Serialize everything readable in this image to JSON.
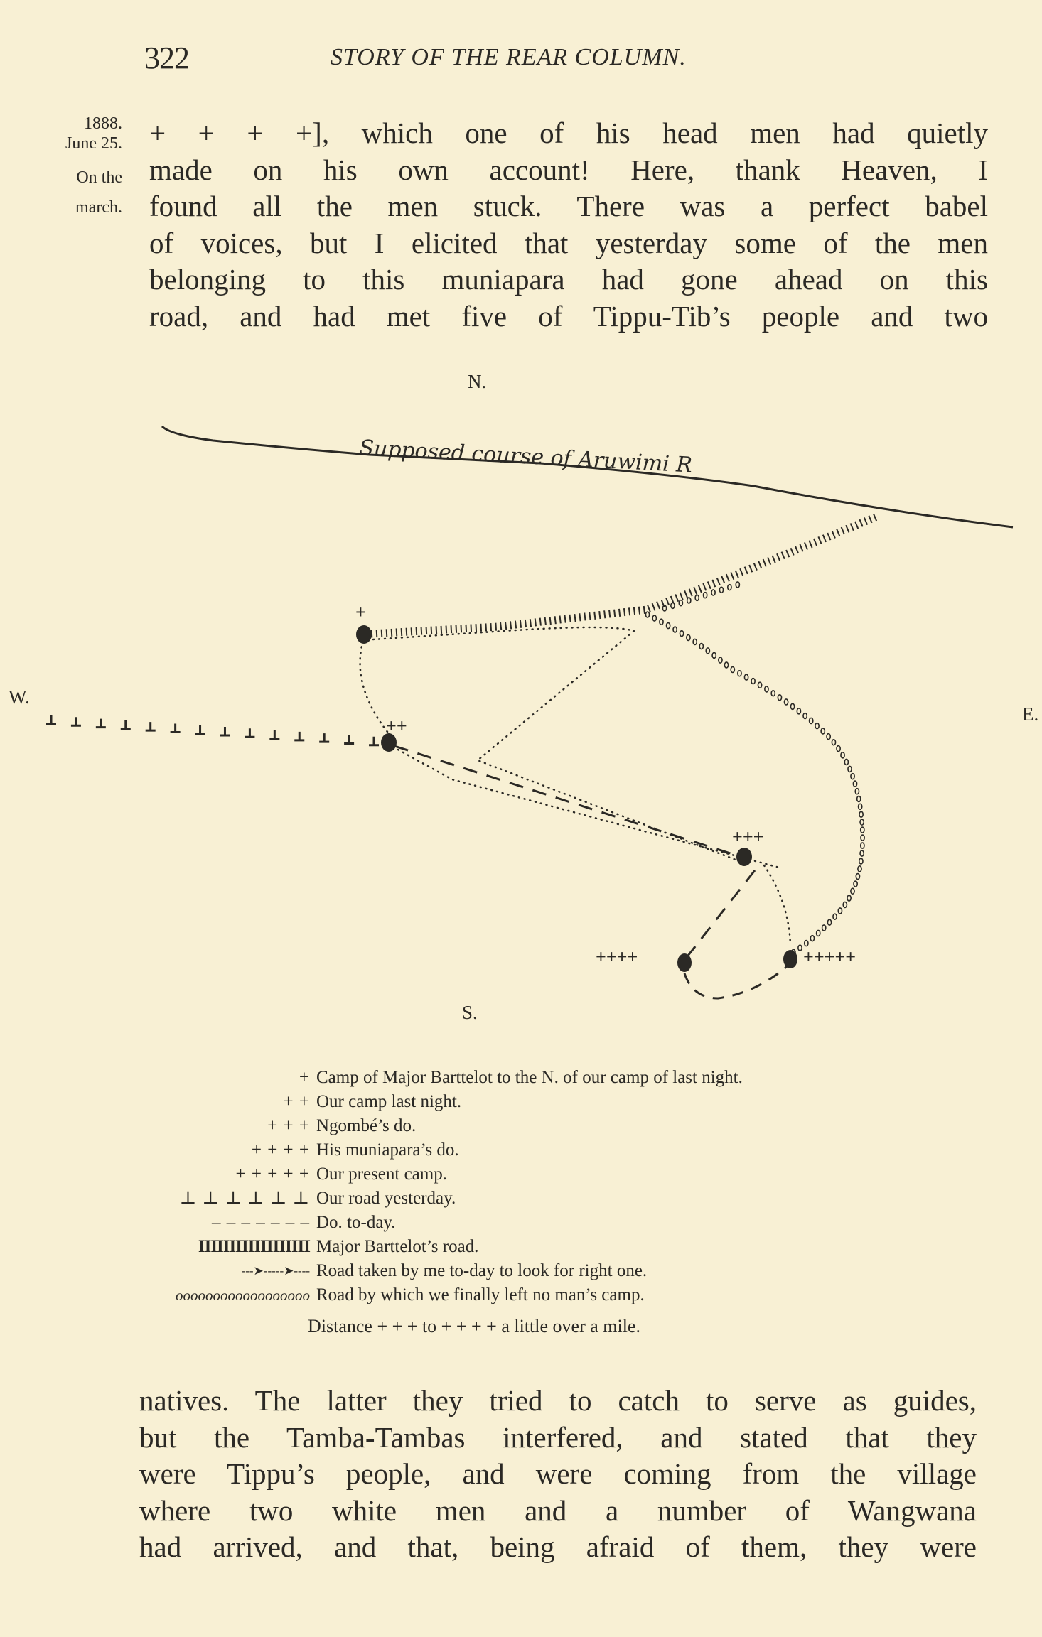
{
  "header": {
    "page_number": "322",
    "running_title": "STORY OF THE REAR COLUMN."
  },
  "margin_note": {
    "year": "1888.",
    "date": "June 25.",
    "place_line1": "On the",
    "place_line2": "march."
  },
  "top_paragraph": [
    "+ + + +], which one of his head men had quietly",
    "made on his own account! Here, thank Heaven, I",
    "found all the men stuck. There was a perfect babel",
    "of voices, but I elicited that yesterday some of the men",
    "belonging to this muniapara had gone ahead on this",
    "road, and had met five of Tippu-Tib’s people and two"
  ],
  "map": {
    "compass": {
      "north": "N.",
      "south": "S.",
      "west": "W.",
      "east": "E."
    },
    "river_label": "Supposed course of Aruwimi R",
    "camp_labels": {
      "barttelot": "+",
      "last_night": "++",
      "ngombe": "+++",
      "muniapara": "++++",
      "present": "+++++"
    }
  },
  "legend": [
    {
      "symbol": "+",
      "text": "Camp of Major Barttelot to the N. of our camp of last night."
    },
    {
      "symbol": "+ +",
      "text": "Our camp last night."
    },
    {
      "symbol": "+ + +",
      "text": "Ngombé’s do."
    },
    {
      "symbol": "+ + + +",
      "text": "His muniapara’s do."
    },
    {
      "symbol": "+ + + + +",
      "text": "Our present camp."
    },
    {
      "symbol": "⊥ ⊥ ⊥ ⊥ ⊥ ⊥",
      "text": "Our road yesterday."
    },
    {
      "symbol": "– – – – – – –",
      "text": "Do. to-day."
    },
    {
      "symbol": "IIIIIIIIIIIIIIIIII",
      "text": "Major Barttelot’s road."
    },
    {
      "symbol": "---➤-----➤----",
      "text": "Road taken by me to-day to look for right one."
    },
    {
      "symbol": "oooooooooooooooooo",
      "text": "Road by which we finally left no man’s camp."
    }
  ],
  "distance_note": "Distance + + + to + + + + a little over a mile.",
  "bottom_paragraph": [
    "natives. The latter they tried to catch to serve as guides,",
    "but the Tamba-Tambas interfered, and stated that they",
    "were Tippu’s people, and were coming from the village",
    "where two white men and a number of Wangwana",
    "had arrived, and that, being afraid of them, they were"
  ]
}
